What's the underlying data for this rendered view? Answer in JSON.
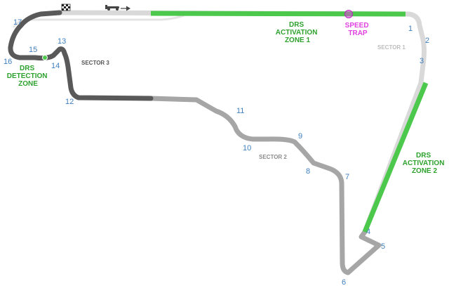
{
  "colors": {
    "sector1": "#d9d9d9",
    "sector2": "#a6a6a6",
    "sector3": "#595959",
    "drs": "#4cc94c",
    "corner_label": "#3f7fbf",
    "drs_text": "#2da12d",
    "speed_trap": "#e040e0"
  },
  "icons": [
    "checkered-flag-icon",
    "car-direction-icon"
  ],
  "corners": [
    "1",
    "2",
    "3",
    "4",
    "5",
    "6",
    "7",
    "8",
    "9",
    "10",
    "11",
    "12",
    "13",
    "14",
    "15",
    "16",
    "17"
  ],
  "sectors": {
    "s1": "SECTOR 1",
    "s2": "SECTOR 2",
    "s3": "SECTOR 3"
  },
  "drs_zone_1": {
    "line1": "DRS",
    "line2": "ACTIVATION",
    "line3": "ZONE 1"
  },
  "drs_zone_2": {
    "line1": "DRS",
    "line2": "ACTIVATION",
    "line3": "ZONE 2"
  },
  "drs_detection": {
    "line1": "DRS",
    "line2": "DETECTION",
    "line3": "ZONE"
  },
  "speed_trap": {
    "line1": "SPEED",
    "line2": "TRAP"
  }
}
